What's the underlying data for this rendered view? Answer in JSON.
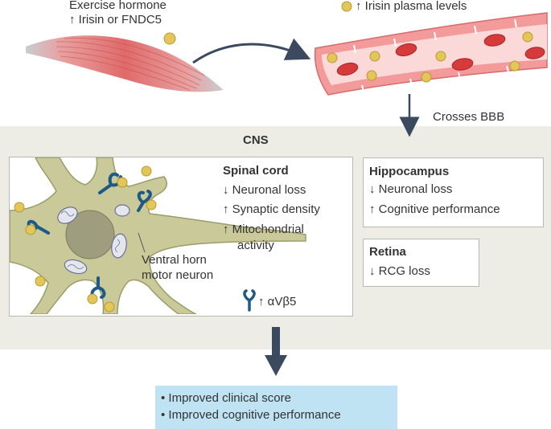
{
  "colors": {
    "band": "#edede6",
    "outcome_box": "#bfe3f2",
    "irisin": "#e3c65a",
    "receptor": "#1d5b86",
    "arrow": "#3b4a5e",
    "neuron_body": "#c9c99a",
    "muscle": "#e07070",
    "vessel_wall": "#f08a8a",
    "rbc": "#d63b3b"
  },
  "top": {
    "exercise_title": "Exercise hormone",
    "exercise_sub": "↑ Irisin or FNDC5",
    "plasma_label": "↑ Irisin plasma levels",
    "bbb_label": "Crosses BBB"
  },
  "cns": {
    "title": "CNS",
    "spinal": {
      "title": "Spinal cord",
      "items": [
        "↓ Neuronal loss",
        "↑ Synaptic density",
        "↑ Mitochondrial",
        "activity"
      ],
      "neuron_label_1": "Ventral horn",
      "neuron_label_2": "motor neuron",
      "receptor_label": "↑ αVβ5"
    },
    "hippocampus": {
      "title": "Hippocampus",
      "items": [
        "↓ Neuronal loss",
        "↑ Cognitive performance"
      ]
    },
    "retina": {
      "title": "Retina",
      "items": [
        "↓ RCG loss"
      ]
    }
  },
  "outcome": {
    "items": [
      "• Improved clinical score",
      "• Improved cognitive performance"
    ]
  },
  "icons": [
    "muscle-icon",
    "blood-vessel-icon",
    "irisin-particle-icon",
    "neuron-icon",
    "receptor-icon",
    "mitochondrion-icon",
    "arrow-icon"
  ]
}
